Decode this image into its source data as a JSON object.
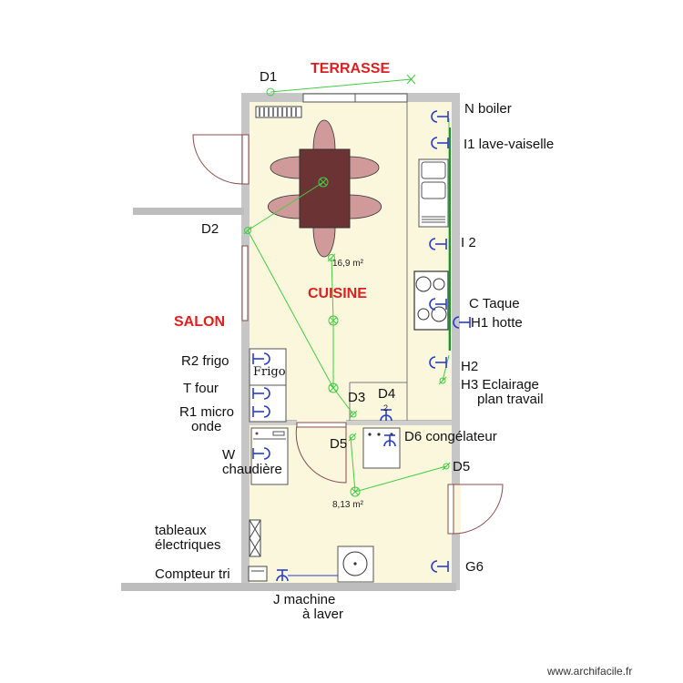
{
  "rooms": {
    "terrasse": "TERRASSE",
    "cuisine": "CUISINE",
    "salon": "SALON"
  },
  "areas": {
    "kitchen": "16,9 m²",
    "back_room": "8,13 m²"
  },
  "labels": {
    "d1": "D1",
    "d2": "D2",
    "d3": "D3",
    "d4": "D4",
    "d5_left": "D5",
    "d5_right": "D5",
    "d4_mark": "2",
    "n_boiler": "N boiler",
    "i1": "I1 lave-vaiselle",
    "i2": "I 2",
    "c_taque": "C Taque",
    "h1": "H1 hotte",
    "h2": "H2",
    "h3_line1": "H3  Eclairage",
    "h3_line2": "plan travail",
    "r2": "R2 frigo",
    "t_four": "T four",
    "r1_line1": "R1 micro",
    "r1_line2": "onde",
    "w_line1": "W",
    "w_line2": "chaudière",
    "d6": "D6 congélateur",
    "tableaux_line1": "tableaux",
    "tableaux_line2": "électriques",
    "compteur": "Compteur tri",
    "j_line1": "J machine",
    "j_line2": "à laver",
    "g6": "G6",
    "frigo": "Frigo"
  },
  "watermark": "www.archifacile.fr",
  "colors": {
    "room_label": "#e02020",
    "wiring": "#44cc44",
    "sockets": "#2a3ccf",
    "floor": "#faf7dc",
    "wall": "#b8b8b8",
    "table": "#6b3333",
    "chairs": "#d19a9a"
  }
}
